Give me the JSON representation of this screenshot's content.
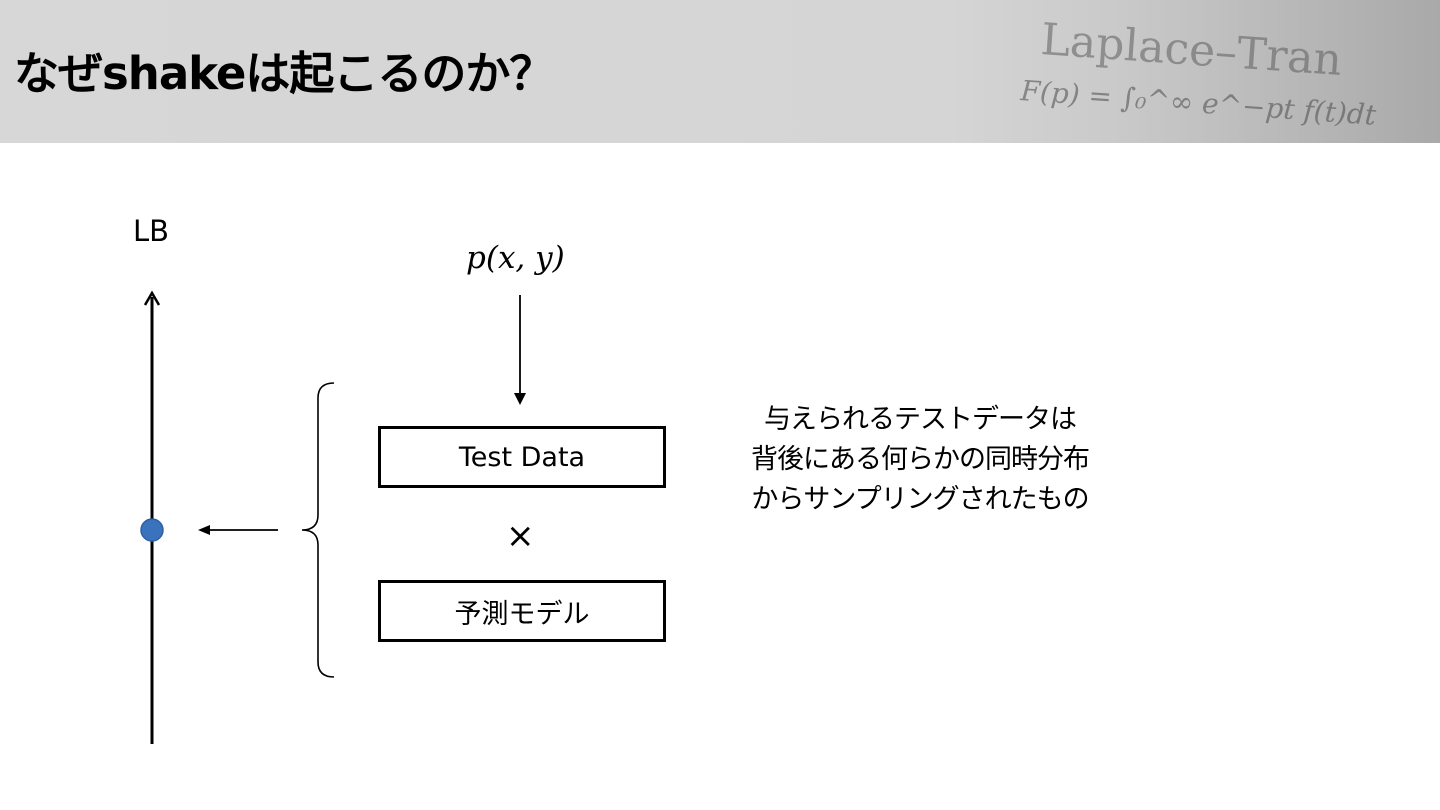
{
  "header": {
    "title": "なぜshakeは起こるのか？",
    "background_formula": {
      "heading": "Laplace–Tran",
      "equation": "F(p) = ∫₀^∞ e^−pt f(t)dt"
    }
  },
  "diagram": {
    "axis_label": "LB",
    "source_formula": "p(x, y)",
    "box_test_data": "Test Data",
    "operator": "×",
    "box_model": "予測モデル",
    "description_lines": [
      "与えられるテストデータは",
      "背後にある何らかの同時分布",
      "からサンプリングされたもの"
    ],
    "colors": {
      "score_point": "#3a72bd",
      "line": "#000000"
    }
  }
}
